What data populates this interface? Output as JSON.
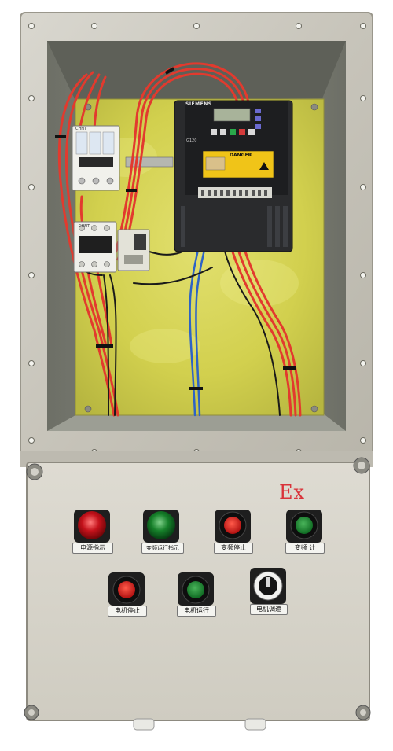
{
  "enclosure": {
    "ex_mark": "Ex",
    "colors": {
      "housing": "#c9c7bd",
      "cover_panel": "#d6d3c8",
      "inner_wall": "#7f8176",
      "backplate": "#d8d65a",
      "wire_red": "#e23a2e",
      "wire_blue": "#2d63c6",
      "wire_black": "#1a1a1a",
      "ex_mark": "#d9333a"
    }
  },
  "vfd": {
    "brand": "SIEMENS",
    "warning_title": "DANGER",
    "model": "G120"
  },
  "breaker": {
    "brand": "CHNT"
  },
  "contactor": {
    "brand": "CHNT"
  },
  "controls": [
    {
      "label": "电源指示",
      "type": "indicator-lamp",
      "color": "red"
    },
    {
      "label": "变频运行指示",
      "type": "indicator-lamp",
      "color": "green"
    },
    {
      "label": "变频停止",
      "type": "push-button",
      "color": "red"
    },
    {
      "label": "变频  计",
      "type": "push-button",
      "color": "green"
    },
    {
      "label": "电机停止",
      "type": "push-button",
      "color": "red"
    },
    {
      "label": "电机运行",
      "type": "push-button",
      "color": "green"
    },
    {
      "label": "电机调速",
      "type": "potentiometer-knob",
      "color": "black"
    }
  ]
}
